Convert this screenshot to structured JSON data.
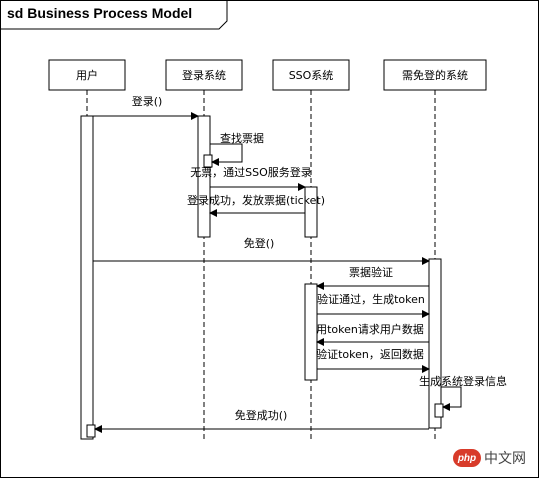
{
  "title": "sd Business Process Model",
  "participants": [
    {
      "id": "user",
      "label": "用户"
    },
    {
      "id": "login",
      "label": "登录系统"
    },
    {
      "id": "sso",
      "label": "SSO系统"
    },
    {
      "id": "target",
      "label": "需免登的系统"
    }
  ],
  "messages": [
    {
      "from": "user",
      "to": "login",
      "label": "登录()"
    },
    {
      "from": "login",
      "to": "login",
      "label": "查找票据"
    },
    {
      "from": "login",
      "to": "sso",
      "label": "无票，通过SSO服务登录"
    },
    {
      "from": "sso",
      "to": "login",
      "label": "登录成功，发放票据(ticket)"
    },
    {
      "from": "user",
      "to": "target",
      "label": "免登()"
    },
    {
      "from": "target",
      "to": "sso",
      "label": "票据验证"
    },
    {
      "from": "sso",
      "to": "target",
      "label": "验证通过，生成token"
    },
    {
      "from": "target",
      "to": "sso",
      "label": "用token请求用户数据"
    },
    {
      "from": "sso",
      "to": "target",
      "label": "验证token，返回数据"
    },
    {
      "from": "target",
      "to": "target",
      "label": "生成系统登录信息"
    },
    {
      "from": "target",
      "to": "user",
      "label": "免登成功()"
    }
  ],
  "watermark": {
    "logo": "php",
    "text": "中文网"
  }
}
